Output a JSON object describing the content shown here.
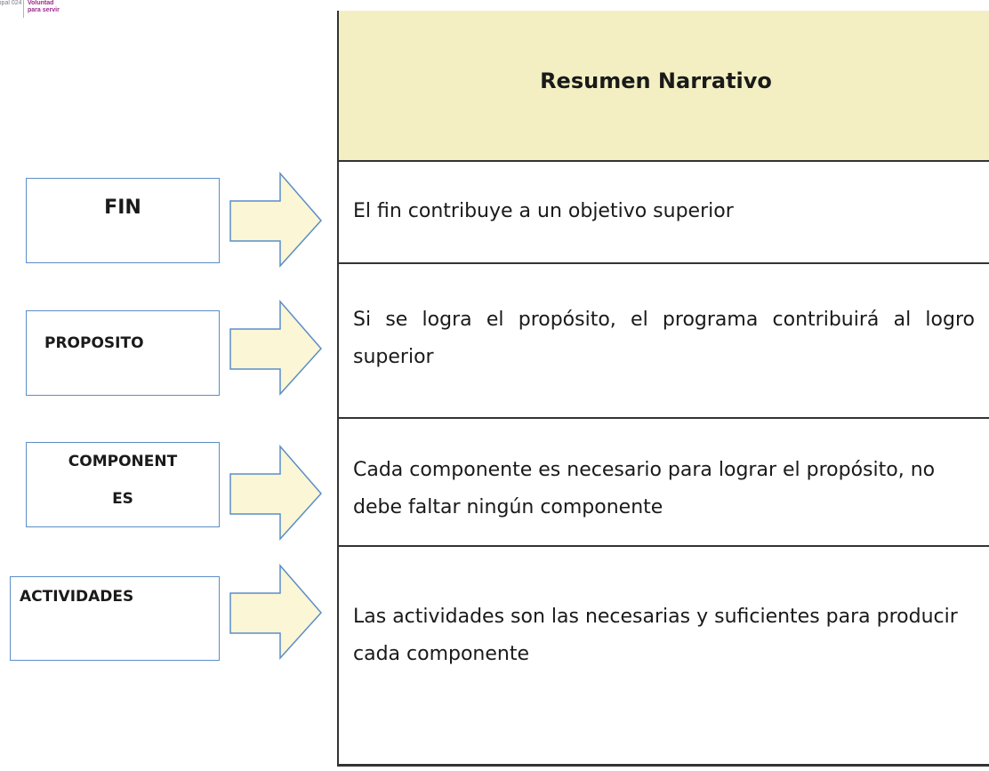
{
  "logo": {
    "municipal_text": "ipal 024",
    "slogan": "Voluntad para servir"
  },
  "table": {
    "header": "Resumen Narrativo",
    "rows": [
      {
        "label": "FIN",
        "text": "El fin contribuye a un objetivo superior"
      },
      {
        "label": "PROPOSITO",
        "text": "Si se logra el propósito, el programa contribuirá al logro superior"
      },
      {
        "label_line1": "COMPONENT",
        "label_line2": "ES",
        "text": "Cada componente es necesario para lograr el propósito, no debe faltar ningún componente"
      },
      {
        "label": "ACTIVIDADES",
        "text": "Las actividades son las necesarias y suficientes para producir cada componente"
      }
    ]
  },
  "colors": {
    "header_fill": "#f3efc2",
    "box_border": "#5b8ec7",
    "arrow_fill": "#fbf6d6",
    "arrow_stroke": "#5b8ec7"
  }
}
